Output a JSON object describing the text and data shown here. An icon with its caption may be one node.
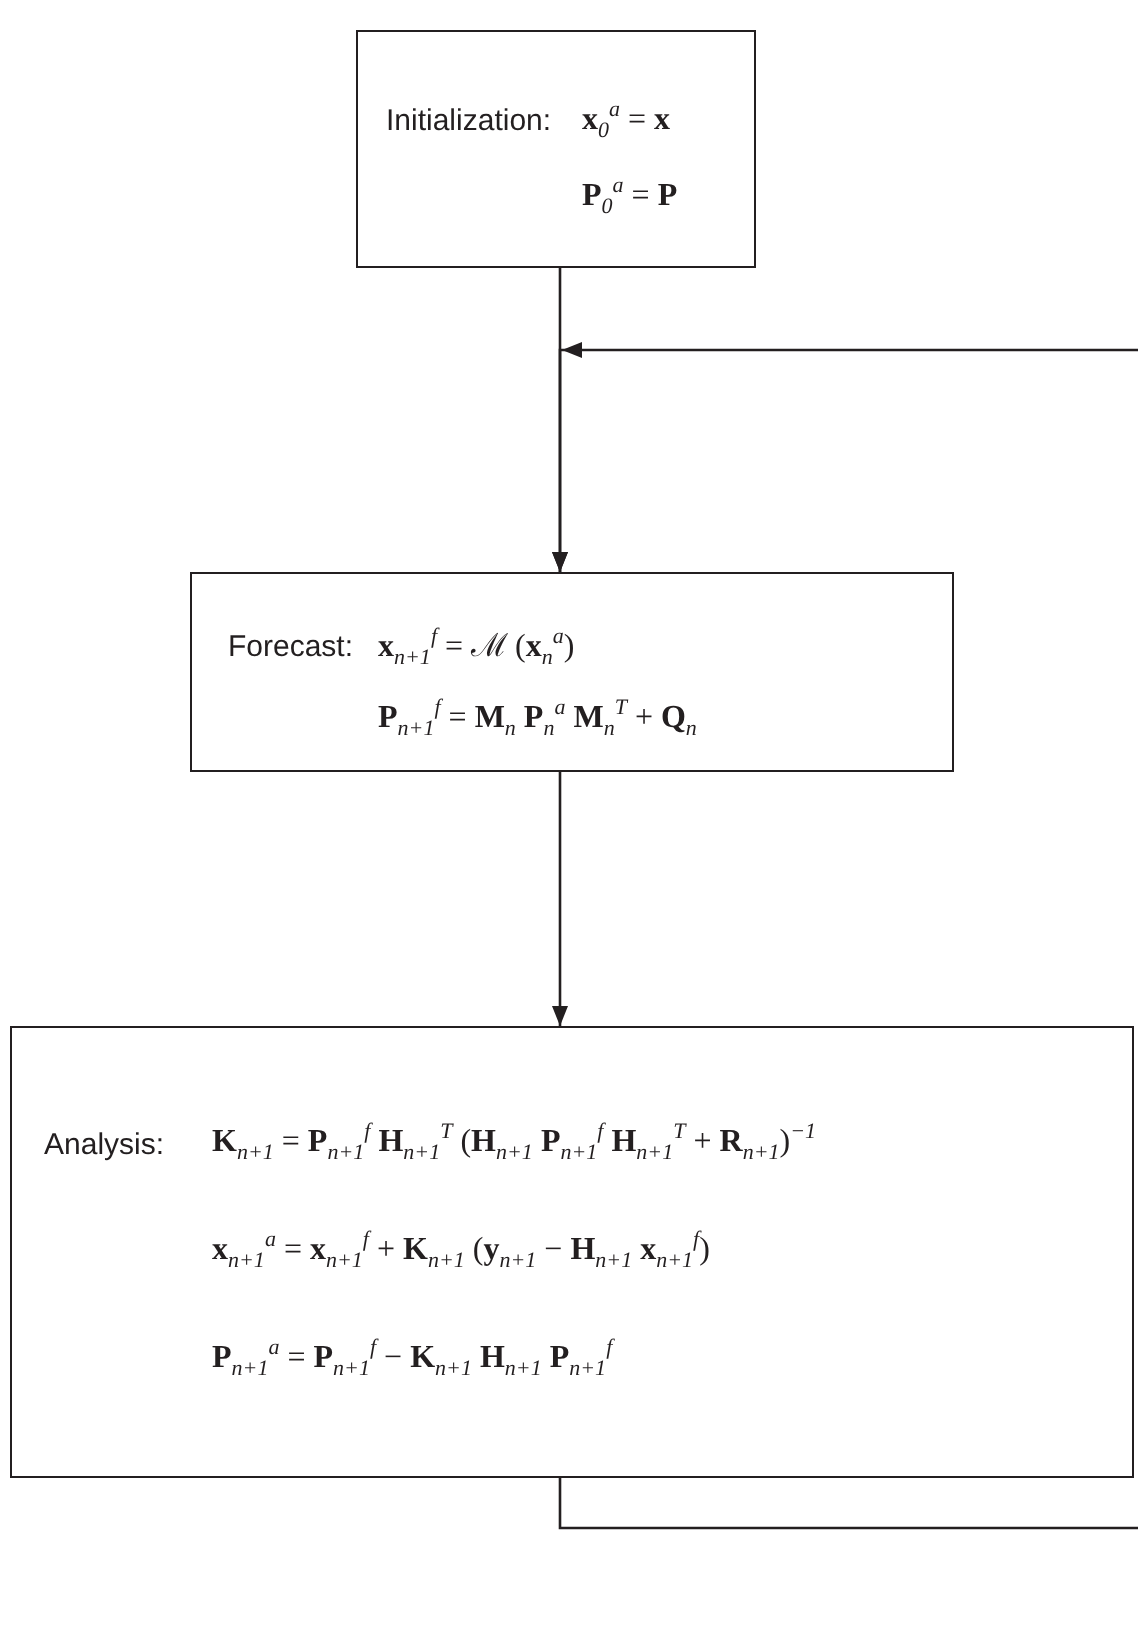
{
  "diagram": {
    "nodes": [
      {
        "text": [
          "Initialization:",
          "**x**$_{0}$$^{a}$ = **x**",
          "**P**$_{0}$$^{a}$ = **P**"
        ]
      },
      {
        "text": [
          "Forecast:",
          "**x**$_{n+1}$$^{f}$ = ℳ (**x**$_{n}$$^{a}$)",
          "**P**$_{n+1}$$^{f}$ = **M**$_{n}$ **P**$_{n}$$^{a}$ **M**$_{n}$$^{T}$ + **Q**$_{n}$"
        ]
      },
      {
        "text": [
          "Analysis:",
          "**K**$_{n+1}$ = **P**$_{n+1}$$^{f}$ **H**$_{n+1}$$^{T}$ (**H**$_{n+1}$ **P**$_{n+1}$$^{f}$ **H**$_{n+1}$$^{T}$ + **R**$_{n+1}$)$^{−1}$",
          "**x**$_{n+1}$$^{a}$ = **x**$_{n+1}$$^{f}$ + **K**$_{n+1}$ (**y**$_{n+1}$ − **H**$_{n+1}$ **x**$_{n+1}$$^{f}$)",
          "**P**$_{n+1}$$^{a}$ = **P**$_{n+1}$$^{f}$ − **K**$_{n+1}$ **H**$_{n+1}$ **P**$_{n+1}$$^{f}$"
        ]
      }
    ],
    "edges": [
      {
        "from": 0,
        "to": 1,
        "arrow": "to"
      },
      {
        "from": null,
        "to": 1,
        "arrow": "to"
      },
      {
        "from": 1,
        "to": 2,
        "arrow": "to"
      },
      {
        "from": 2,
        "to": null,
        "arrow": "none"
      }
    ]
  }
}
